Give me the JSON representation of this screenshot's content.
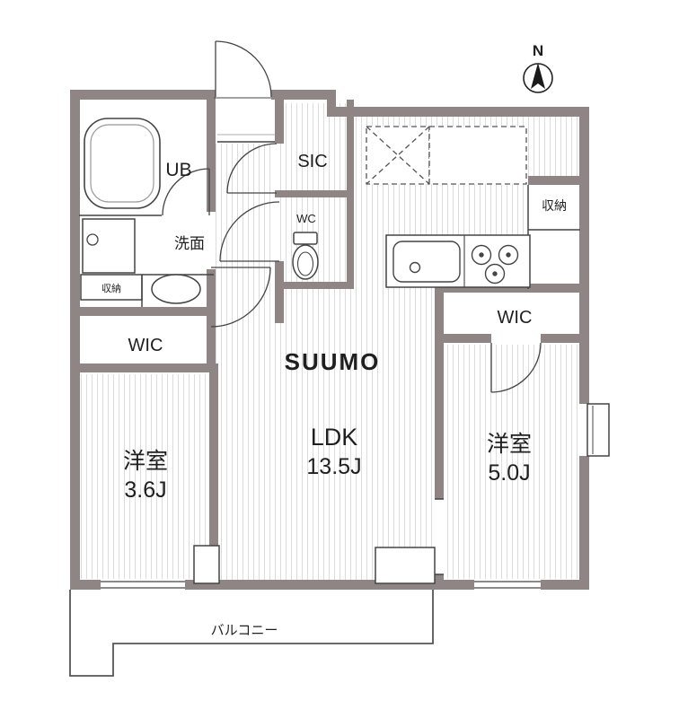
{
  "compass": {
    "label": "N"
  },
  "watermark": "SUUMO",
  "rooms": {
    "ub": "UB",
    "washroom": "洗面",
    "storage_left": "収納",
    "wic_left": "WIC",
    "bedroom1": {
      "name": "洋室",
      "size": "3.6J"
    },
    "sic": "SIC",
    "wc": "WC",
    "ldk": {
      "name": "LDK",
      "size": "13.5J"
    },
    "storage_right": "収納",
    "wic_right": "WIC",
    "bedroom2": {
      "name": "洋室",
      "size": "5.0J"
    },
    "balcony": "バルコニー"
  },
  "colors": {
    "wall": "#8f8585",
    "line": "#444444",
    "stripe": "#dcdcdc",
    "background": "#ffffff"
  }
}
